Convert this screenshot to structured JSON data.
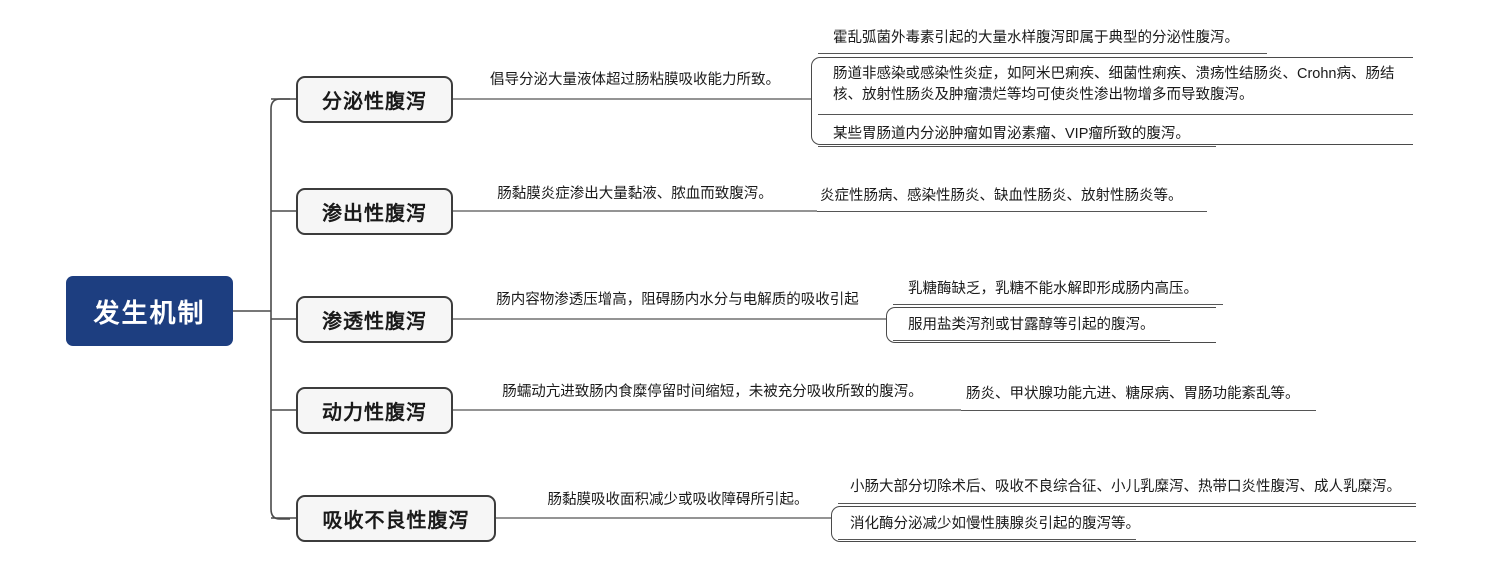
{
  "diagram": {
    "type": "mind-map",
    "title": "发生机制",
    "root": {
      "label": "发生机制",
      "color": "#1d3e80",
      "text_color": "#ffffff"
    },
    "node_style": {
      "fill": "#f6f6f6",
      "border": "#3c3c3c",
      "line": "#555555"
    },
    "branches": [
      {
        "id": "secretory",
        "label": "分泌性腹泻",
        "description": "倡导分泌大量液体超过肠粘膜吸收能力所致。",
        "sub_items": [
          "霍乱弧菌外毒素引起的大量水样腹泻即属于典型的分泌性腹泻。",
          "肠道非感染或感染性炎症，如阿米巴痢疾、细菌性痢疾、溃疡性结肠炎、Crohn病、肠结核、放射性肠炎及肿瘤溃烂等均可使炎性渗出物增多而导致腹泻。",
          "某些胃肠道内分泌肿瘤如胃泌素瘤、VIP瘤所致的腹泻。"
        ]
      },
      {
        "id": "exudative",
        "label": "渗出性腹泻",
        "description": "肠黏膜炎症渗出大量黏液、脓血而致腹泻。",
        "sub_items": [
          "炎症性肠病、感染性肠炎、缺血性肠炎、放射性肠炎等。"
        ]
      },
      {
        "id": "osmotic",
        "label": "渗透性腹泻",
        "description": "肠内容物渗透压增高，阻碍肠内水分与电解质的吸收引起",
        "sub_items": [
          "乳糖酶缺乏，乳糖不能水解即形成肠内高压。",
          "服用盐类泻剂或甘露醇等引起的腹泻。"
        ]
      },
      {
        "id": "motility",
        "label": "动力性腹泻",
        "description": "肠蠕动亢进致肠内食糜停留时间缩短，未被充分吸收所致的腹泻。",
        "sub_items": [
          "肠炎、甲状腺功能亢进、糖尿病、胃肠功能紊乱等。"
        ]
      },
      {
        "id": "malabsorption",
        "label": "吸收不良性腹泻",
        "description": "肠黏膜吸收面积减少或吸收障碍所引起。",
        "sub_items": [
          "小肠大部分切除术后、吸收不良综合征、小儿乳糜泻、热带口炎性腹泻、成人乳糜泻。",
          "消化酶分泌减少如慢性胰腺炎引起的腹泻等。"
        ]
      }
    ]
  }
}
